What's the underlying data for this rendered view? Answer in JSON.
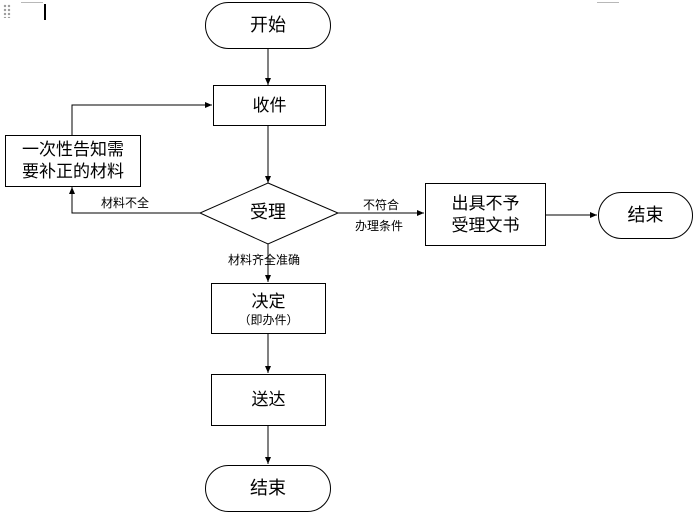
{
  "nodes": {
    "start": "开始",
    "receive": "收件",
    "notify_line1": "一次性告知需",
    "notify_line2": "要补正的材料",
    "accept": "受理",
    "reject_line1": "出具不予",
    "reject_line2": "受理文书",
    "end_right": "结束",
    "decide": "决定",
    "decide_sub": "（即办件）",
    "deliver": "送达",
    "end_bottom": "结束"
  },
  "edge_labels": {
    "incomplete": "材料不全",
    "noncompliant_line1": "不符合",
    "noncompliant_line2": "办理条件",
    "complete": "材料齐全准确"
  }
}
